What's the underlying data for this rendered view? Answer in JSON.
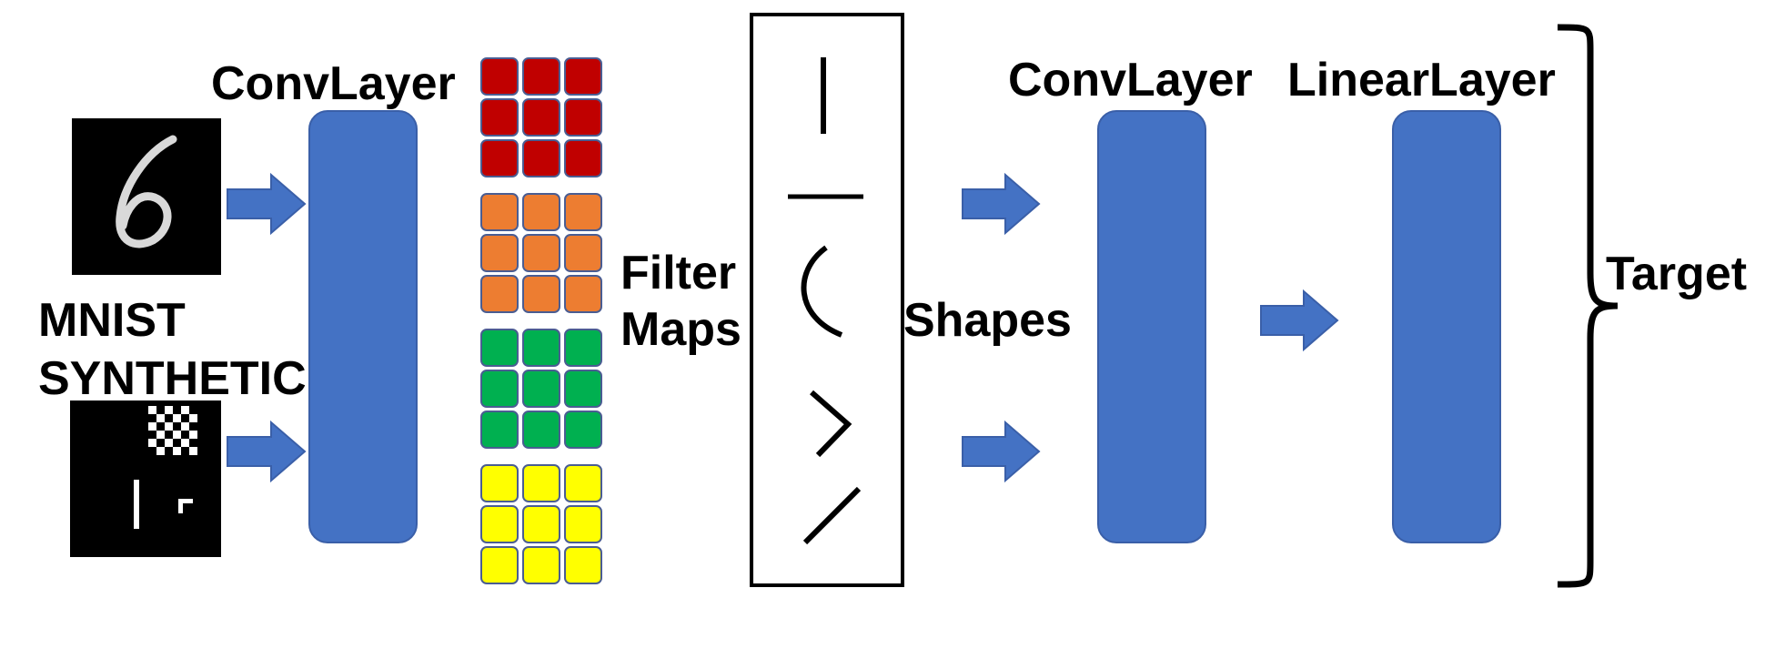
{
  "labels": {
    "conv_layer_1": "ConvLayer",
    "mnist": "MNIST",
    "synthetic": "SYNTHETIC",
    "filter": "Filter",
    "maps": "Maps",
    "shapes": "Shapes",
    "conv_layer_2": "ConvLayer",
    "linear_layer": "LinearLayer",
    "target": "Target"
  },
  "filter_map_colors": [
    "#c00000",
    "#ed7d31",
    "#00b050",
    "#ffff00"
  ],
  "colors": {
    "layer_fill": "#4472c4",
    "layer_stroke": "#3a5fa8",
    "grid_stroke": "#4a5d92",
    "ink": "#000000"
  },
  "inputs": [
    "mnist-digit-six-image",
    "synthetic-shapes-image"
  ],
  "shape_glyphs": [
    "vertical-line",
    "horizontal-line",
    "arc",
    "chevron",
    "diagonal-line"
  ]
}
